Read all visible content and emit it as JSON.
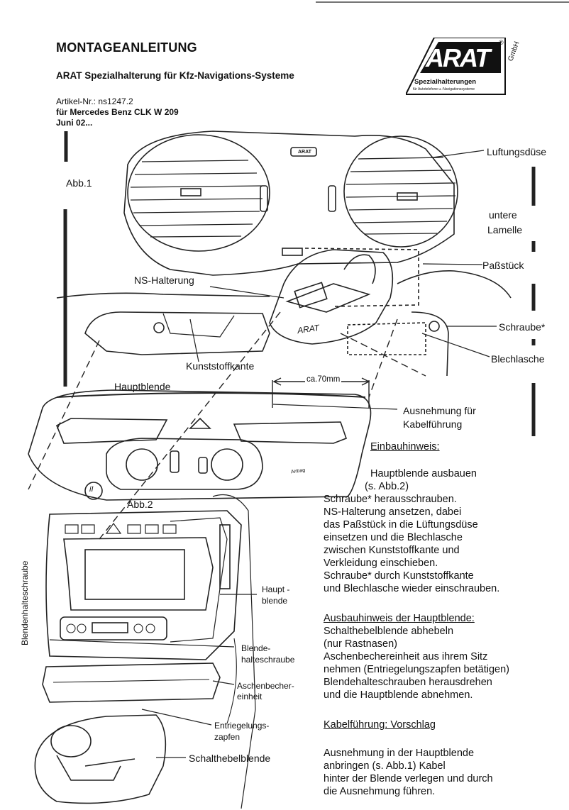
{
  "header": {
    "title": "MONTAGEANLEITUNG",
    "subtitle": "ARAT Spezialhalterung für Kfz-Navigations-Systeme",
    "article": "Artikel-Nr.: ns1247.2",
    "vehicle": "für Mercedes Benz CLK W 209",
    "date": "Juni 02..."
  },
  "logo": {
    "brand": "ARAT",
    "suffix": "GmbH",
    "registered": "®",
    "tagline": "Spezialhalterungen",
    "tagline_small": "für Autotelefone u.-Navigationssysteme"
  },
  "figure1": {
    "caption": "Abb.1",
    "labels": {
      "luftungsduse": "Luftungsdüse",
      "untere": "untere",
      "lamelle": "Lamelle",
      "passstuck": "Paßstück",
      "ns_halterung": "NS-Halterung",
      "schraube": "Schraube*",
      "blechlasche": "Blechlasche",
      "kunststoffkante": "Kunststoffkante",
      "hauptblende": "Hauptblende",
      "distance": "ca.70mm",
      "ausnehmung_1": "Ausnehmung für",
      "ausnehmung_2": "Kabelführung",
      "holder_mark": "ARAT",
      "airbag": "Airbag"
    }
  },
  "figure2": {
    "caption": "Abb.2",
    "circle_label": "iI",
    "side_label": "Blendenhalteschraube",
    "labels": {
      "haupt_1": "Haupt -",
      "haupt_2": "blende",
      "blende_1": "Blende-",
      "blende_2": "halteschraube",
      "ascher_1": "Aschenbecher-",
      "ascher_2": "einheit",
      "entr_1": "Entriegelungs-",
      "entr_2": "zapfen",
      "schalthebel": "Schalthebelblende"
    }
  },
  "instructions": {
    "einbau_title": "Einbauhinweis:",
    "einbau_lines": [
      "Hauptblende ausbauen",
      "(s. Abb.2)",
      "Schraube* herausschrauben.",
      "NS-Halterung ansetzen, dabei",
      "das Paßstück in die Lüftungsdüse",
      "einsetzen und die Blechlasche",
      "zwischen Kunststoffkante und",
      "Verkleidung einschieben.",
      "Schraube* durch Kunststoffkante",
      "und Blechlasche wieder einschrauben."
    ],
    "ausbau_title": "Ausbauhinweis der Hauptblende:",
    "ausbau_lines": [
      "Schalthebelblende abhebeln",
      "(nur Rastnasen)",
      "Aschenbechereinheit aus ihrem Sitz",
      "nehmen (Entriegelungszapfen betätigen)",
      "Blendehalteschrauben herausdrehen",
      "und die Hauptblende abnehmen."
    ],
    "kabel_title": "Kabelführung: Vorschlag",
    "kabel_lines": [
      "Ausnehmung in der Hauptblende",
      "anbringen (s. Abb.1) Kabel",
      "hinter der Blende verlegen und durch",
      "die Ausnehmung führen."
    ]
  }
}
